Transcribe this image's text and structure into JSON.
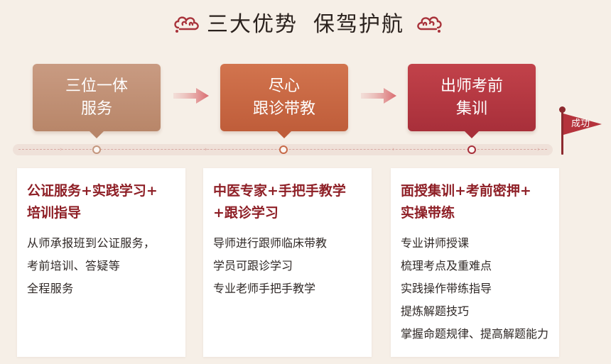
{
  "header": {
    "title_part1": "三大优势",
    "title_part2": "保驾护航",
    "decoration_icon": "auspicious-cloud-icon"
  },
  "stages": [
    {
      "line1": "三位一体",
      "line2": "服务",
      "color": "#b88669"
    },
    {
      "line1": "尽心",
      "line2": "跟诊带教",
      "color": "#bf5d3a"
    },
    {
      "line1": "出师考前",
      "line2": "集训",
      "color": "#a82f3a"
    }
  ],
  "flag": {
    "label": "成功",
    "color": "#b5333c",
    "icon": "flag-icon"
  },
  "cards": [
    {
      "heading_line1": "公证服务+实践学习+",
      "heading_line2": "培训指导",
      "items": [
        "从师承报班到公证服务，",
        "考前培训、答疑等",
        "全程服务"
      ]
    },
    {
      "heading_line1": "中医专家+手把手教学",
      "heading_line2": "+跟诊学习",
      "items": [
        "导师进行跟师临床带教",
        "学员可跟诊学习",
        "专业老师手把手教学"
      ]
    },
    {
      "heading_line1": "面授集训+考前密押+",
      "heading_line2": "实操带练",
      "items": [
        "专业讲师授课",
        "梳理考点及重难点",
        "实践操作带练指导",
        "提炼解题技巧",
        "掌握命题规律、提高解题能力"
      ]
    }
  ],
  "colors": {
    "background": "#f6efe7",
    "heading": "#8e1f26",
    "title": "#2a211d"
  }
}
